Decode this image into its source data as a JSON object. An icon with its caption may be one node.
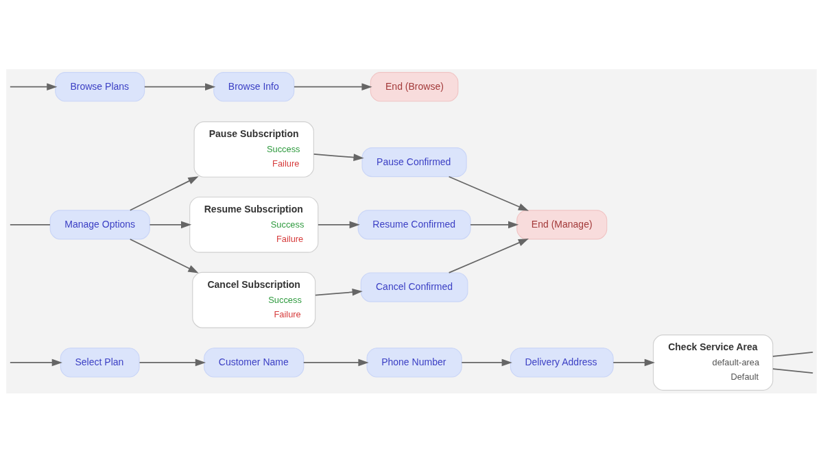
{
  "diagram": {
    "nodes": [
      {
        "text": [
          "Select Plan"
        ]
      },
      {
        "text": [
          "Customer Name"
        ]
      },
      {
        "text": [
          "Phone Number"
        ]
      },
      {
        "text": [
          "Delivery Address"
        ]
      },
      {
        "text": [
          "Check Service Area",
          "default-area",
          "Default"
        ]
      },
      {
        "text": [
          "Pause Subscription",
          "Success",
          "Failure"
        ]
      },
      {
        "text": [
          "Pause Confirmed"
        ]
      },
      {
        "text": [
          "Manage Options"
        ]
      },
      {
        "text": [
          "Resume Subscription",
          "Success",
          "Failure"
        ]
      },
      {
        "text": [
          "Resume Confirmed"
        ]
      },
      {
        "text": [
          "End (Manage)"
        ]
      },
      {
        "text": [
          "Cancel Subscription",
          "Success",
          "Failure"
        ]
      },
      {
        "text": [
          "Cancel Confirmed"
        ]
      },
      {
        "text": [
          "Browse Plans"
        ]
      },
      {
        "text": [
          "Browse Info"
        ]
      },
      {
        "text": [
          "End (Browse)"
        ]
      }
    ],
    "edges": [
      {
        "from": null,
        "to": 0,
        "arrow": "to"
      },
      {
        "from": 0,
        "to": 1,
        "arrow": "to"
      },
      {
        "from": 1,
        "to": 2,
        "arrow": "to"
      },
      {
        "from": 2,
        "to": 3,
        "arrow": "to"
      },
      {
        "from": 3,
        "to": 4,
        "arrow": "to"
      },
      {
        "from": 4,
        "to": null,
        "arrow": "none"
      },
      {
        "from": 4,
        "to": null,
        "arrow": "none"
      },
      {
        "from": null,
        "to": 7,
        "arrow": "none"
      },
      {
        "from": 7,
        "to": 5,
        "arrow": "to"
      },
      {
        "from": 7,
        "to": 8,
        "arrow": "to"
      },
      {
        "from": 7,
        "to": 11,
        "arrow": "to"
      },
      {
        "from": 5,
        "to": 6,
        "arrow": "to"
      },
      {
        "from": 8,
        "to": 9,
        "arrow": "to"
      },
      {
        "from": 11,
        "to": 12,
        "arrow": "to"
      },
      {
        "from": 6,
        "to": 10,
        "arrow": "to"
      },
      {
        "from": 9,
        "to": 10,
        "arrow": "to"
      },
      {
        "from": 12,
        "to": 10,
        "arrow": "to"
      },
      {
        "from": null,
        "to": 13,
        "arrow": "to"
      },
      {
        "from": 13,
        "to": 14,
        "arrow": "to"
      },
      {
        "from": 14,
        "to": 15,
        "arrow": "to"
      }
    ]
  }
}
